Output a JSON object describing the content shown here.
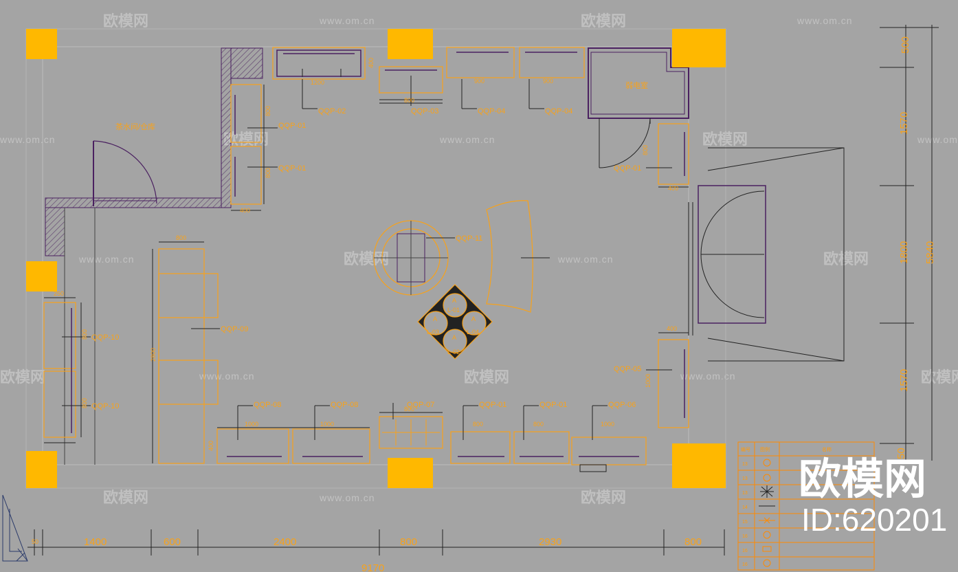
{
  "rooms": {
    "tea_room": "茶水间/仓库",
    "electric_room": "弱电室"
  },
  "fixture_labels": {
    "qqp02": "QQP-02",
    "qqp03": "QQP-03",
    "qqp04a": "QQP-04",
    "qqp04b": "QQP-04",
    "qqp01_a": "QQP-01",
    "qqp01_b": "QQP-01",
    "qqp01_c": "QQP-01",
    "qqp01_d": "QQP-01",
    "qqp01_e": "QQP-01",
    "qqp11": "QQP-11",
    "qqp10a": "QQP-10",
    "qqp10b": "QQP-10",
    "qqp09": "QQP-09",
    "qqp08a": "QQP-08",
    "qqp08b": "QQP-08",
    "qqp07": "QQP-07",
    "qqp06": "QQP-06",
    "qqp05": "QQP-05"
  },
  "island": {
    "letter": "A",
    "codes": [
      "L-01",
      "L-02",
      "L-03",
      "L-04"
    ]
  },
  "fixture_dims": {
    "qqp02_w": "1200",
    "qqp02_h": "400",
    "qqp03_w": "800",
    "qqp04a_w": "900",
    "qqp04b_w": "900",
    "left_a": "800",
    "left_b": "800",
    "left_c": "400",
    "right_a": "800",
    "right_b": "400",
    "qqp09_w": "800",
    "qqp09_h": "2800",
    "qqp10_a": "800",
    "qqp10_b": "800",
    "qqp10_top": "250",
    "qqp08a_w": "1000",
    "qqp08b_w": "1000",
    "qqp08_h": "400",
    "qqp07_w": "800",
    "qqp01d_w": "800",
    "qqp01e_w": "800",
    "qqp06_w": "1000",
    "qqp05_w": "400",
    "qqp05_h": "1000"
  },
  "bottom_dims": [
    "50",
    "1400",
    "600",
    "2400",
    "800",
    "2930",
    "800",
    "9170"
  ],
  "right_dims": [
    "500",
    "1570",
    "1800",
    "1570",
    "5840",
    "50"
  ],
  "legend": {
    "header": [
      "编号",
      "图例",
      "名称"
    ],
    "rows": [
      "13",
      "13",
      "13",
      "14",
      "15",
      "16",
      "16",
      "16"
    ]
  },
  "watermark": {
    "brand": "欧模网",
    "url": "www.om.cn",
    "id": "ID:620201"
  },
  "colors": {
    "background": "#a4a4a4",
    "accent": "#f7a21b",
    "column": "#ffb800",
    "wall": "#4a2060"
  }
}
